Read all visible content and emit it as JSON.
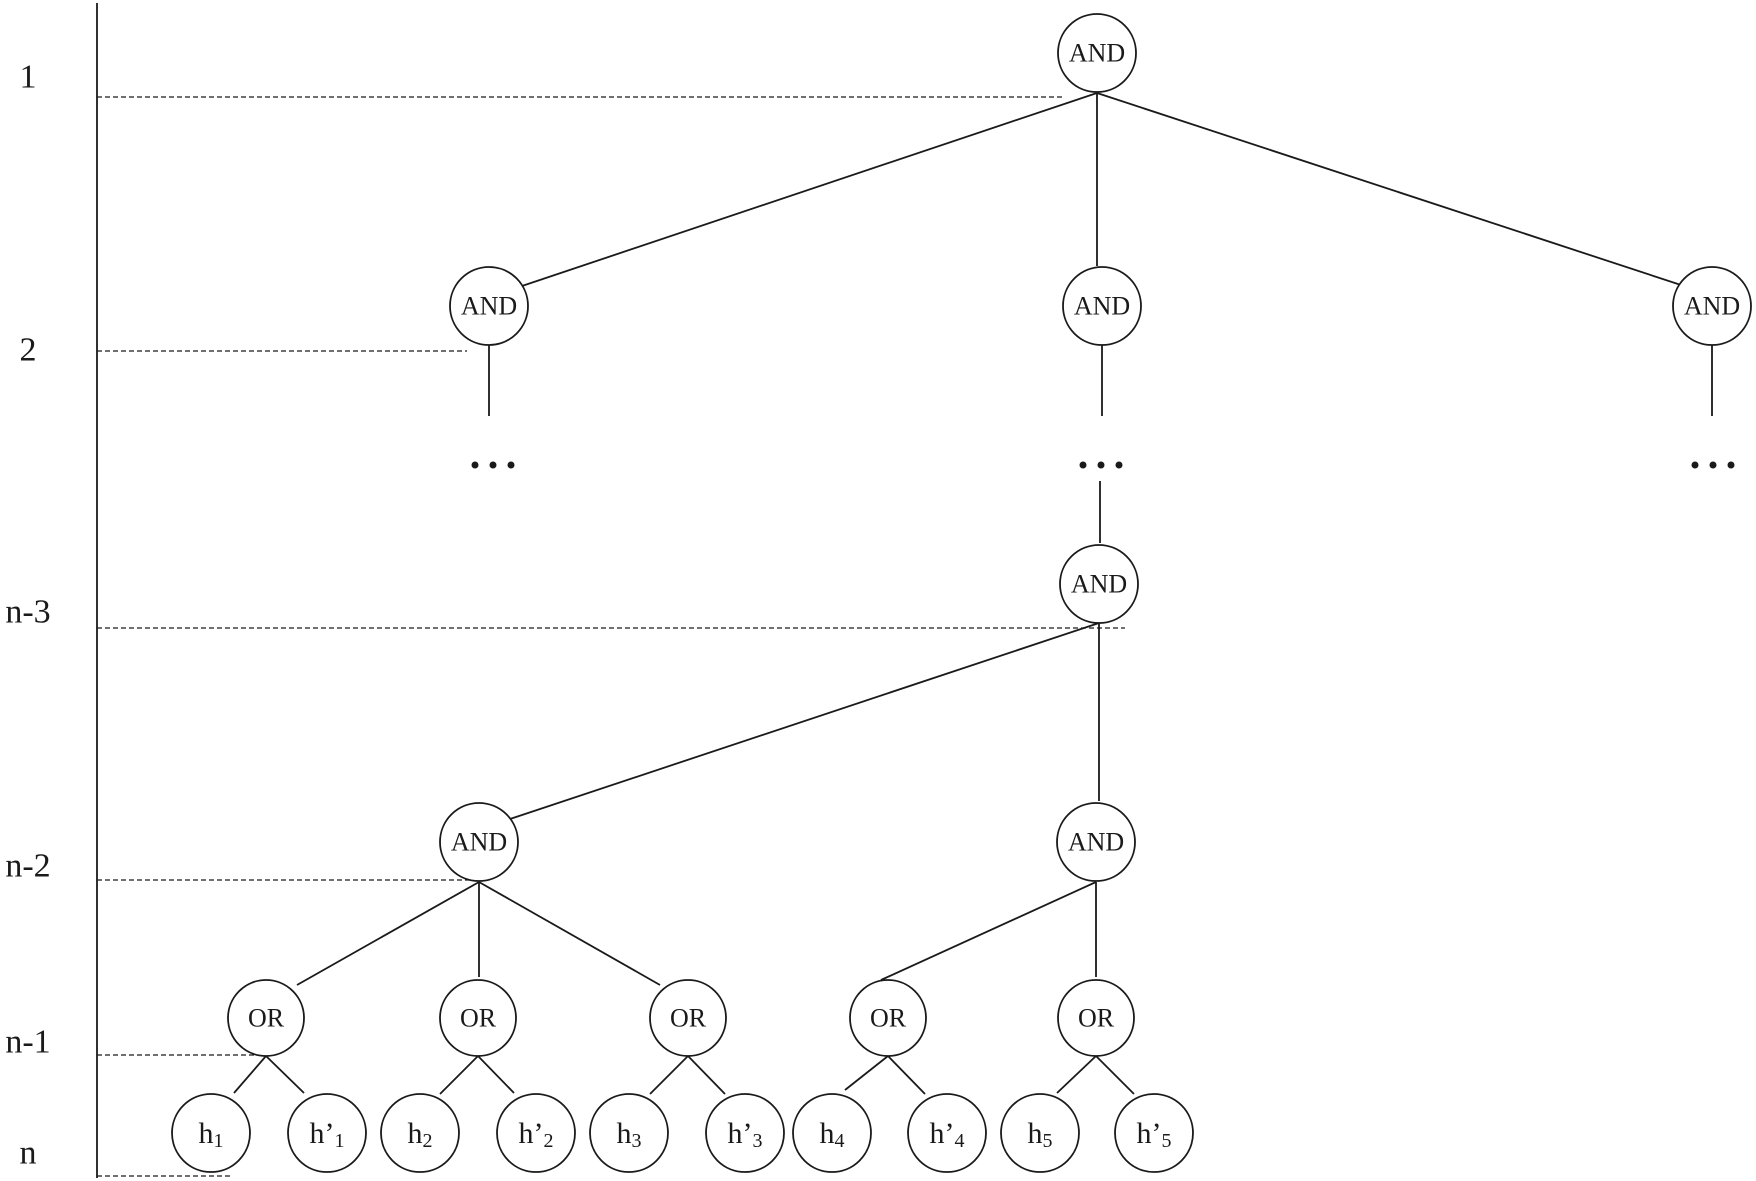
{
  "levels": [
    "1",
    "2",
    "n-3",
    "n-2",
    "n-1",
    "n"
  ],
  "nodes": {
    "root": {
      "label": "AND"
    },
    "l2a": {
      "label": "AND"
    },
    "l2b": {
      "label": "AND"
    },
    "l2c": {
      "label": "AND"
    },
    "n3": {
      "label": "AND"
    },
    "n2a": {
      "label": "AND"
    },
    "n2b": {
      "label": "AND"
    },
    "or1": {
      "label": "OR"
    },
    "or2": {
      "label": "OR"
    },
    "or3": {
      "label": "OR"
    },
    "or4": {
      "label": "OR"
    },
    "or5": {
      "label": "OR"
    }
  },
  "leaves": [
    {
      "base": "h",
      "sub": "1"
    },
    {
      "base": "h’",
      "sub": "1"
    },
    {
      "base": "h",
      "sub": "2"
    },
    {
      "base": "h’",
      "sub": "2"
    },
    {
      "base": "h",
      "sub": "3"
    },
    {
      "base": "h’",
      "sub": "3"
    },
    {
      "base": "h",
      "sub": "4"
    },
    {
      "base": "h’",
      "sub": "4"
    },
    {
      "base": "h",
      "sub": "5"
    },
    {
      "base": "h’",
      "sub": "5"
    }
  ],
  "ellipsis": "…"
}
